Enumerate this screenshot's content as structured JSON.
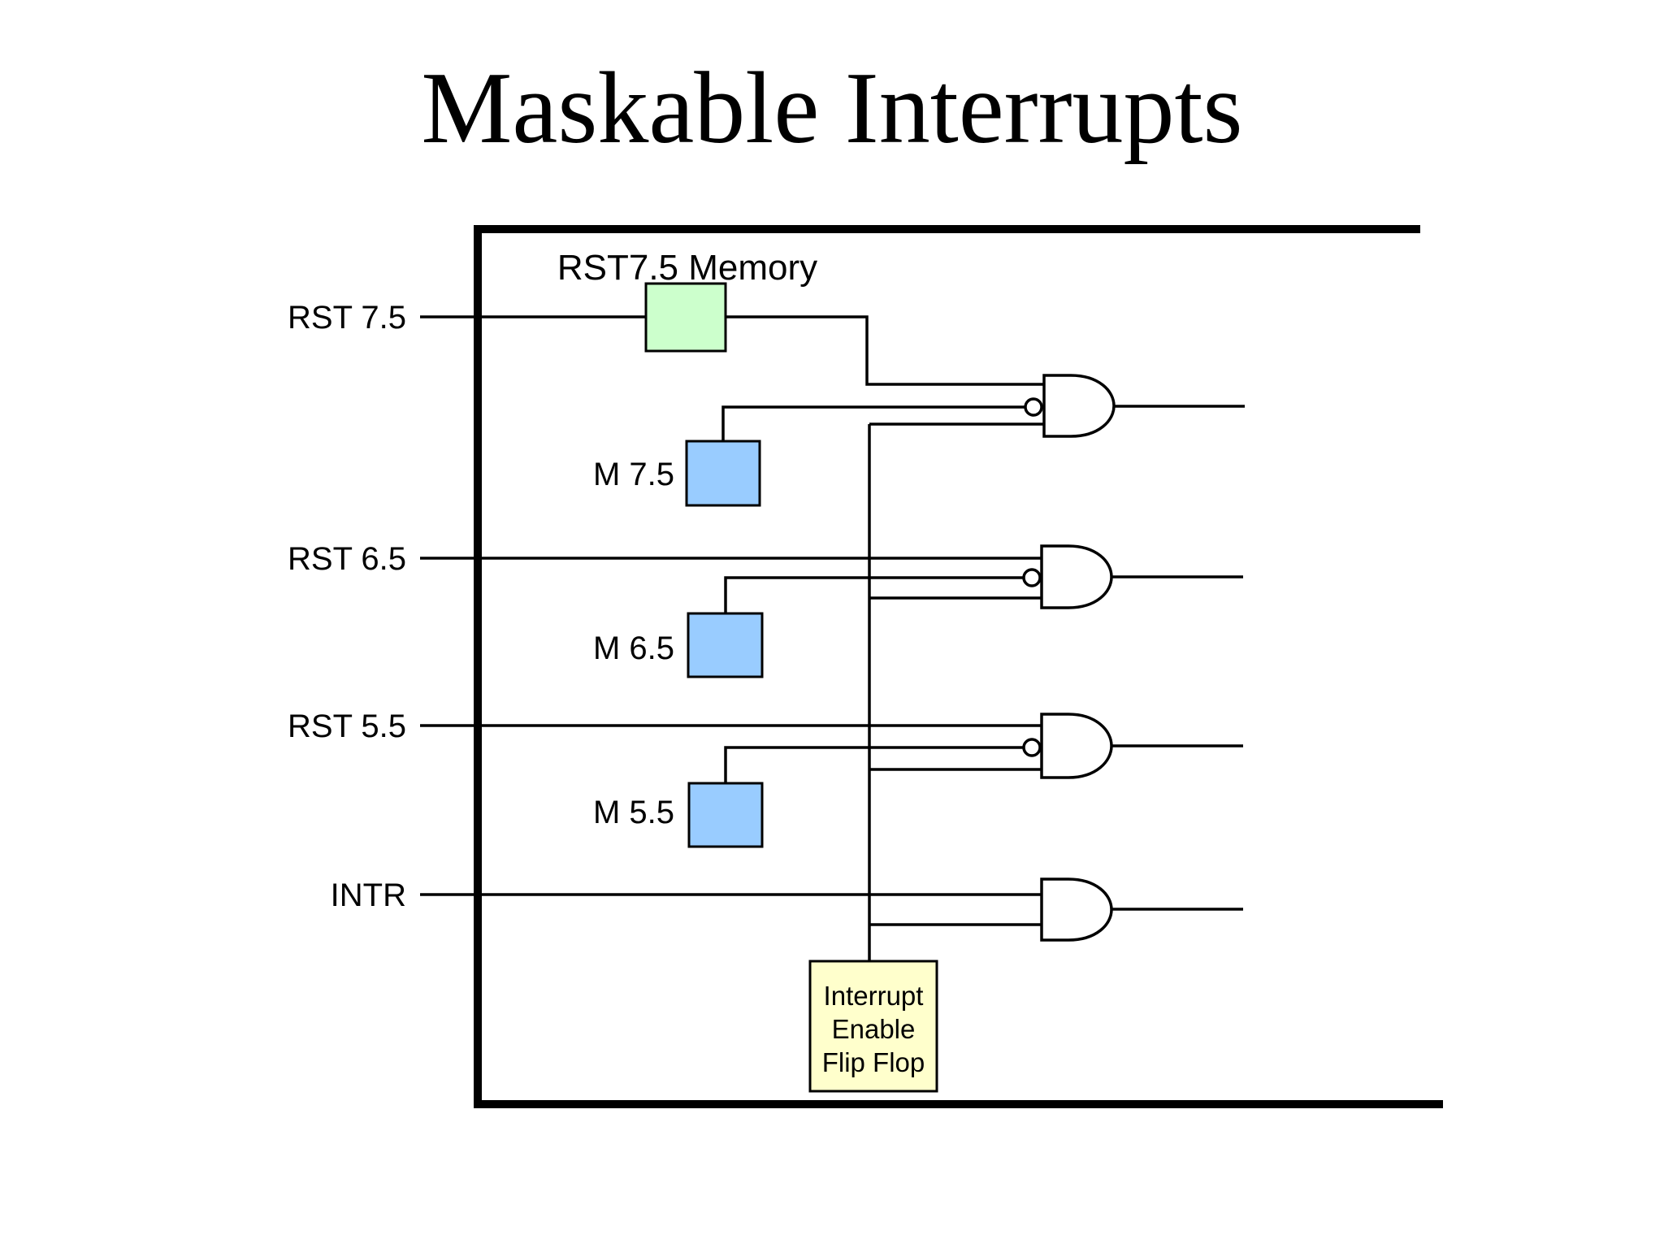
{
  "title": "Maskable Interrupts",
  "colors": {
    "memory_box_fill": "#CCFFCC",
    "mask_box_fill": "#99CCFF",
    "enable_box_fill": "#FFFFCC",
    "wire": "#000000",
    "background": "#FFFFFF"
  },
  "memory": {
    "label": "RST7.5 Memory"
  },
  "inputs": [
    {
      "label": "RST 7.5"
    },
    {
      "label": "RST 6.5"
    },
    {
      "label": "RST 5.5"
    },
    {
      "label": "INTR"
    }
  ],
  "masks": [
    {
      "label": "M 7.5"
    },
    {
      "label": "M 6.5"
    },
    {
      "label": "M 5.5"
    }
  ],
  "enable_flipflop": {
    "line1": "Interrupt",
    "line2": "Enable",
    "line3": "Flip Flop"
  }
}
